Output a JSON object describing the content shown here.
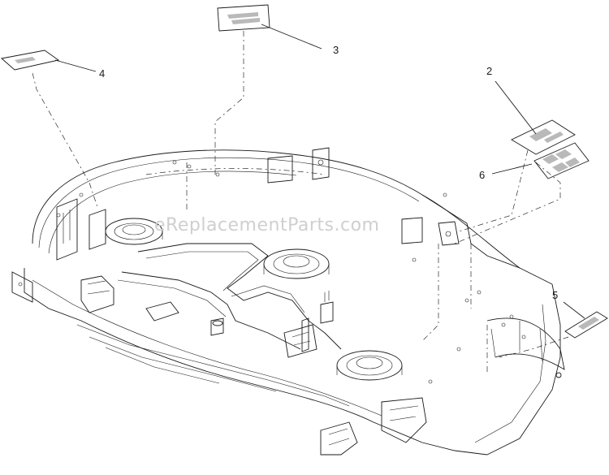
{
  "watermark": "eReplacementParts.com",
  "callouts": [
    {
      "id": "2",
      "text": "2"
    },
    {
      "id": "3",
      "text": "3"
    },
    {
      "id": "4",
      "text": "4"
    },
    {
      "id": "5",
      "text": "5"
    },
    {
      "id": "6",
      "text": "6"
    }
  ],
  "icons": {
    "deck": "mower-deck-housing-icon",
    "decal": "decal-label-icon"
  }
}
